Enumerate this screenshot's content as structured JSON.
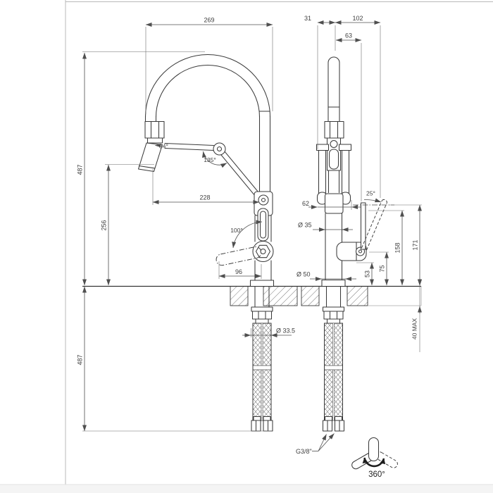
{
  "page": {
    "bg": "#ffffff",
    "line_color": "#3a3a3a",
    "dim_color": "#4f4f4f"
  },
  "front_view": {
    "dim_spout_reach": "269",
    "dim_height_above_deck": "487",
    "dim_spray_outlet_height": "256",
    "dim_arm_reach": "228",
    "dim_lever_reach": "96",
    "dim_hose_length_below_deck": "487",
    "dim_hole_diameter": "Ø 33.5",
    "angle_spray_head": "84°",
    "angle_elbow": "135°",
    "angle_lever_swing": "100°"
  },
  "side_view": {
    "dim_offset": "31",
    "dim_depth": "102",
    "dim_lever_offset": "63",
    "dim_arm_width": "62",
    "dim_body_diameter": "Ø 35",
    "dim_base_diameter": "Ø 50",
    "angle_lever_tilt": "25°",
    "dim_lever_height": "158",
    "dim_overall_height": "171",
    "dim_outlet_height": "75",
    "dim_spout_height": "53",
    "dim_deck_thickness": "40 MAX"
  },
  "annotations": {
    "hose_connection": "G3/8\"",
    "swivel_rotation": "360°"
  }
}
